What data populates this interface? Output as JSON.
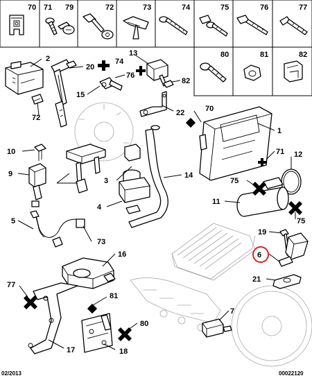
{
  "hardware_row": [
    "70",
    "71",
    "79",
    "72",
    "73",
    "74",
    "75",
    "76",
    "77"
  ],
  "hardware_right": [
    "80",
    "81",
    "82"
  ],
  "callouts": {
    "c2": "2",
    "c20": "20",
    "c72": "72",
    "c76": "76",
    "c15": "15",
    "c13": "13",
    "c74": "74",
    "c82": "82",
    "c22": "22",
    "c70": "70",
    "c1": "1",
    "c71": "71",
    "c12": "12",
    "c10": "10",
    "c9": "9",
    "c3": "3",
    "c14": "14",
    "c4": "4",
    "c75a": "75",
    "c11": "11",
    "c75b": "75",
    "c5": "5",
    "c73": "73",
    "c19": "19",
    "c6": "6",
    "c21": "21",
    "c16": "16",
    "c77": "77",
    "c81": "81",
    "c80": "80",
    "c7": "7",
    "c17": "17",
    "c18": "18"
  },
  "footer": {
    "date": "02/2013",
    "ref": "00022120"
  },
  "accent": {
    "highlight_ring": "#e02020"
  }
}
